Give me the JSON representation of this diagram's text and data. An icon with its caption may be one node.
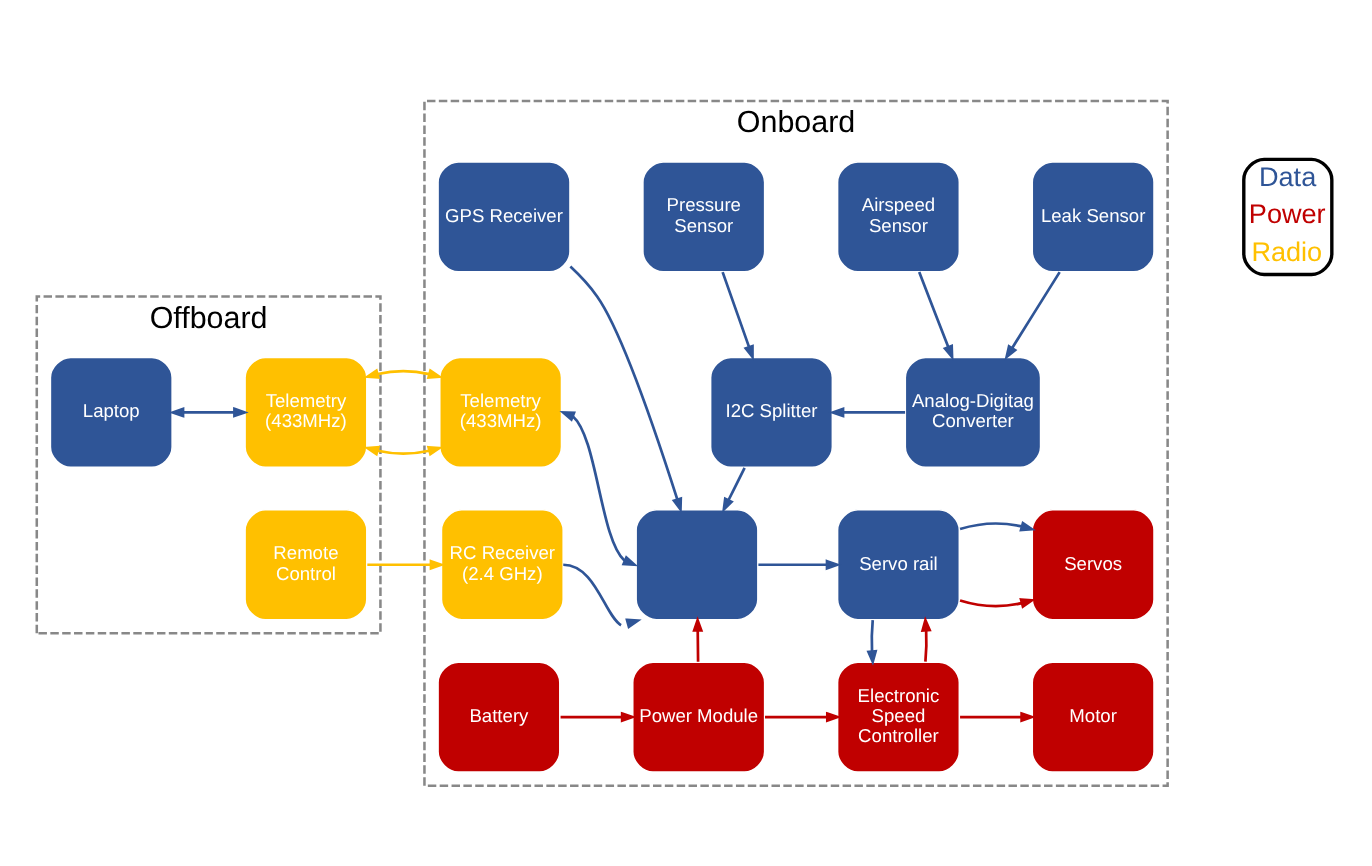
{
  "diagram": {
    "nodes": [
      {
        "text": [
          "Offboard"
        ]
      },
      {
        "text": [
          "Laptop"
        ],
        "in": 0
      },
      {
        "text": [
          "Telemetry (433MHz)"
        ],
        "in": 0
      },
      {
        "text": [
          "Remote Control"
        ],
        "in": 0
      },
      {
        "text": [
          "Onboard"
        ]
      },
      {
        "text": [
          "GPS Receiver"
        ],
        "in": 4
      },
      {
        "text": [
          "Pressure Sensor"
        ],
        "in": 4
      },
      {
        "text": [
          "Airspeed Sensor"
        ],
        "in": 4
      },
      {
        "text": [
          "Leak Sensor"
        ],
        "in": 4
      },
      {
        "text": [
          "Telemetry (433MHz)"
        ],
        "in": 4
      },
      {
        "text": [
          "I2C Splitter"
        ],
        "in": 4
      },
      {
        "text": [
          "Analog-Digitag Converter"
        ],
        "in": 4
      },
      {
        "text": [
          "RC Receiver (2.4 GHz)"
        ],
        "in": 4
      },
      {
        "text": [],
        "shape": "box",
        "in": 4
      },
      {
        "text": [
          "Servo rail"
        ],
        "in": 4
      },
      {
        "text": [
          "Servos"
        ],
        "in": 4
      },
      {
        "text": [
          "Battery"
        ],
        "in": 4
      },
      {
        "text": [
          "Power Module"
        ],
        "in": 4
      },
      {
        "text": [
          "Electronic Speed Controller"
        ],
        "in": 4
      },
      {
        "text": [
          "Motor"
        ],
        "in": 4
      }
    ],
    "edges": [
      {
        "from": 1,
        "to": 2,
        "arrow": "both"
      },
      {
        "from": 2,
        "to": 9,
        "arrow": "both",
        "color": "#ffc000"
      },
      {
        "from": 3,
        "to": 12,
        "arrow": "to",
        "color": "#ffc000"
      },
      {
        "from": 6,
        "to": 10,
        "arrow": "to"
      },
      {
        "from": 7,
        "to": 11,
        "arrow": "to"
      },
      {
        "from": 8,
        "to": 11,
        "arrow": "to"
      },
      {
        "from": 11,
        "to": 10,
        "arrow": "to"
      },
      {
        "from": 10,
        "to": 13,
        "arrow": "to"
      },
      {
        "from": 5,
        "to": 13,
        "arrow": "to"
      },
      {
        "from": 9,
        "to": 13,
        "arrow": "both"
      },
      {
        "from": 12,
        "to": 13,
        "arrow": "to"
      },
      {
        "from": 13,
        "to": 14,
        "arrow": "to"
      },
      {
        "from": 14,
        "to": 15,
        "arrow": "to",
        "color": "#c00000"
      },
      {
        "from": 14,
        "to": 15,
        "arrow": "to"
      },
      {
        "from": 18,
        "to": 14,
        "arrow": "to",
        "color": "#c00000"
      },
      {
        "from": 14,
        "to": 18,
        "arrow": "to"
      },
      {
        "from": 16,
        "to": 17,
        "arrow": "to",
        "color": "#c00000"
      },
      {
        "from": 17,
        "to": 13,
        "arrow": "to",
        "color": "#c00000"
      },
      {
        "from": 17,
        "to": 18,
        "arrow": "to",
        "color": "#c00000"
      },
      {
        "from": 18,
        "to": 19,
        "arrow": "to",
        "color": "#c00000"
      }
    ],
    "legend": [
      {
        "text": "Data",
        "color": "#2f5597"
      },
      {
        "text": "Power",
        "color": "#c00000"
      },
      {
        "text": "Radio",
        "color": "#ffc000"
      }
    ]
  }
}
